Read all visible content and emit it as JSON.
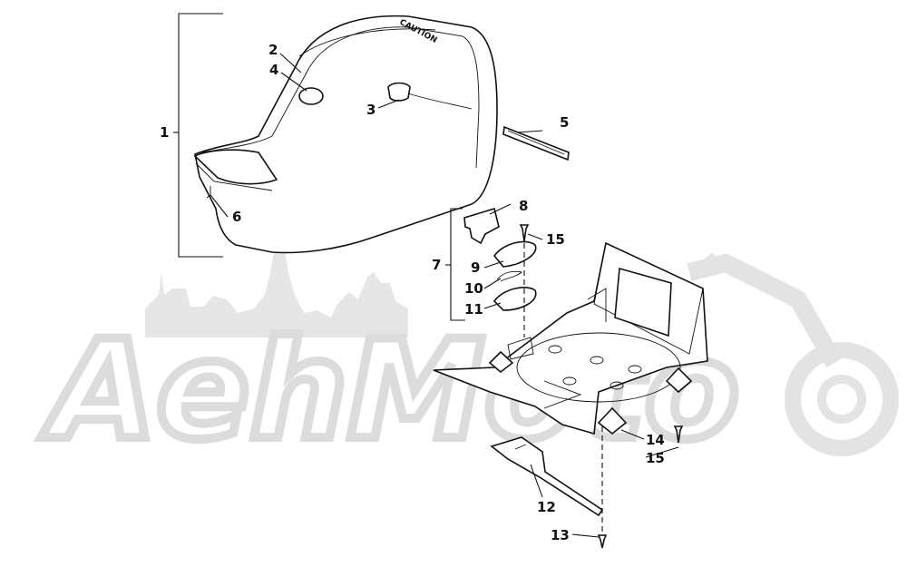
{
  "watermark": {
    "text": "AehMoto"
  },
  "seat_label": "CAUTION",
  "callouts": [
    "1",
    "2",
    "3",
    "4",
    "5",
    "6",
    "7",
    "8",
    "9",
    "10",
    "11",
    "12",
    "13",
    "14",
    "15",
    "15"
  ]
}
